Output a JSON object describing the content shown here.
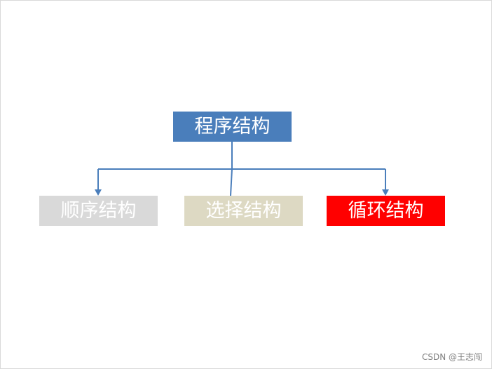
{
  "diagram": {
    "root": {
      "label": "程序结构",
      "color": "#4a7ebb"
    },
    "children": [
      {
        "id": "seq",
        "label": "顺序结构",
        "color": "#d9d9d9"
      },
      {
        "id": "sel",
        "label": "选择结构",
        "color": "#ddd9c3"
      },
      {
        "id": "loop",
        "label": "循环结构",
        "color": "#ff0000"
      }
    ],
    "connector_color": "#4a7ebb"
  },
  "watermark": "CSDN @王志闯"
}
